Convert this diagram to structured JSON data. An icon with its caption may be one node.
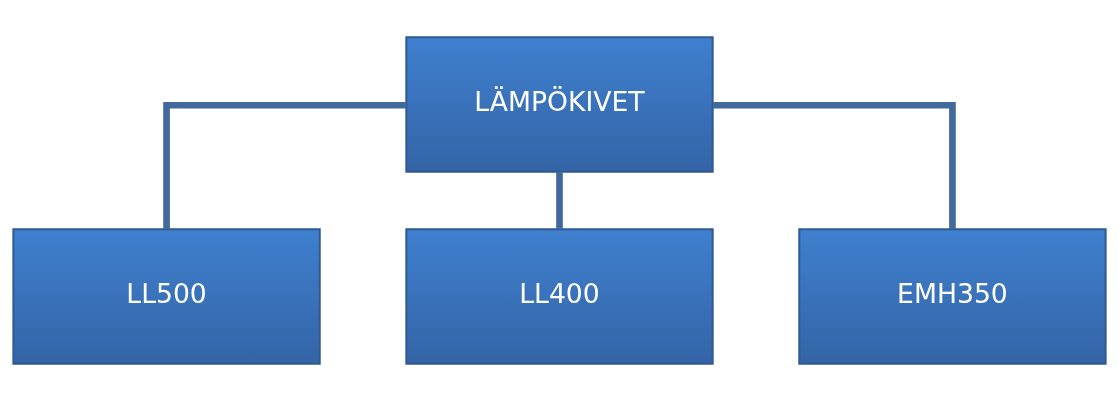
{
  "diagram": {
    "nodes": [
      {
        "text": [
          "LÄMPÖKIVET"
        ]
      },
      {
        "text": [
          "LL500"
        ]
      },
      {
        "text": [
          "LL400"
        ]
      },
      {
        "text": [
          "EMH350"
        ]
      }
    ],
    "edges": [
      {
        "from": 0,
        "to": 1,
        "arrow": "none"
      },
      {
        "from": 0,
        "to": 2,
        "arrow": "none"
      },
      {
        "from": 0,
        "to": 3,
        "arrow": "none"
      }
    ]
  }
}
